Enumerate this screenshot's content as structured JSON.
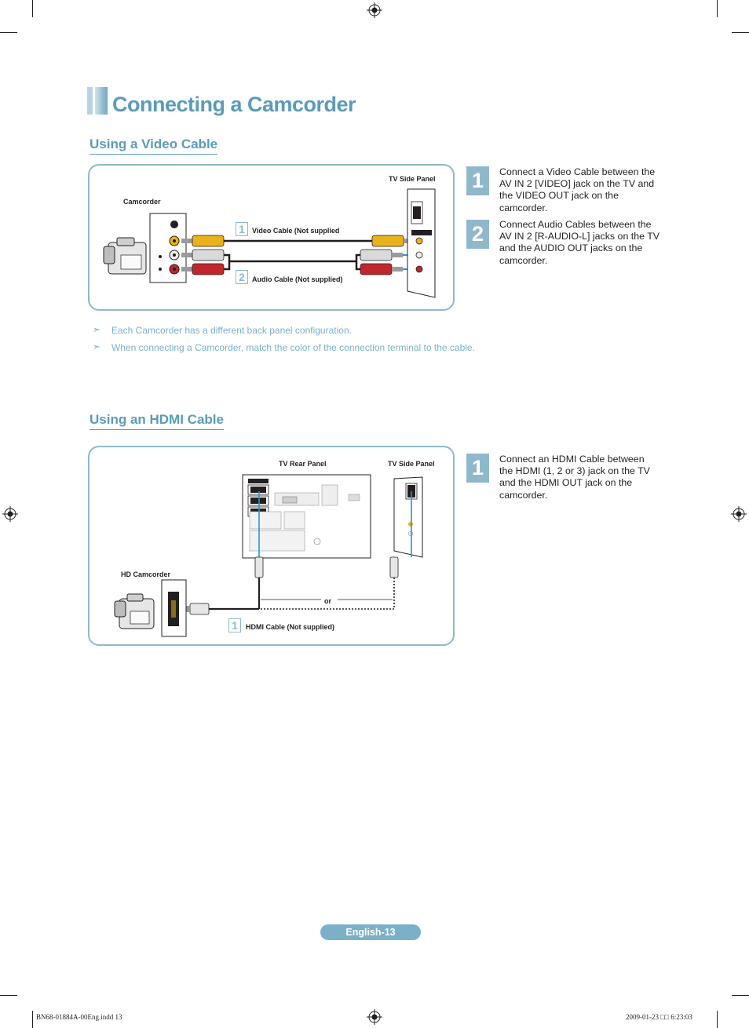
{
  "page_title": "Connecting a Camcorder",
  "sections": [
    {
      "heading": "Using a Video Cable",
      "diagram": {
        "tv_panel_label": "TV Side Panel",
        "device_label": "Camcorder",
        "cable_1_number": "1",
        "cable_1_label": "Video Cable (Not supplied",
        "cable_2_number": "2",
        "cable_2_label": "Audio Cable (Not supplied)"
      },
      "steps": [
        {
          "number": "1",
          "text": "Connect a Video Cable between the AV IN 2 [VIDEO] jack on the TV and the VIDEO OUT jack on the camcorder."
        },
        {
          "number": "2",
          "text": "Connect Audio Cables between the AV IN 2 [R-AUDIO-L] jacks on the TV and the AUDIO OUT jacks on the camcorder."
        }
      ],
      "notes": [
        "Each Camcorder has a different back panel configuration.",
        "When connecting a Camcorder, match the color of the connection terminal to the cable."
      ]
    },
    {
      "heading": "Using an HDMI Cable",
      "diagram": {
        "tv_rear_label": "TV Rear Panel",
        "tv_side_label": "TV Side Panel",
        "device_label": "HD Camcorder",
        "or_label": "or",
        "cable_1_number": "1",
        "cable_1_label": "HDMI Cable (Not supplied)"
      },
      "steps": [
        {
          "number": "1",
          "text": "Connect an HDMI Cable between the HDMI (1, 2 or 3) jack on the TV and the HDMI OUT jack on the camcorder."
        }
      ]
    }
  ],
  "footer": {
    "page_label": "English-13",
    "file_slug": "BN68-01884A-00Eng.indd   13",
    "timestamp": "2009-01-23   □□ 6:23:03"
  },
  "colors": {
    "accent": "#5b9bb8",
    "box_border": "#8fb8cb",
    "note_text": "#7ab0c8",
    "video_yellow": "#e8b21a",
    "audio_white": "#d9d9d9",
    "audio_red": "#c0272d"
  },
  "icons": {
    "note_bullet": "➣"
  }
}
